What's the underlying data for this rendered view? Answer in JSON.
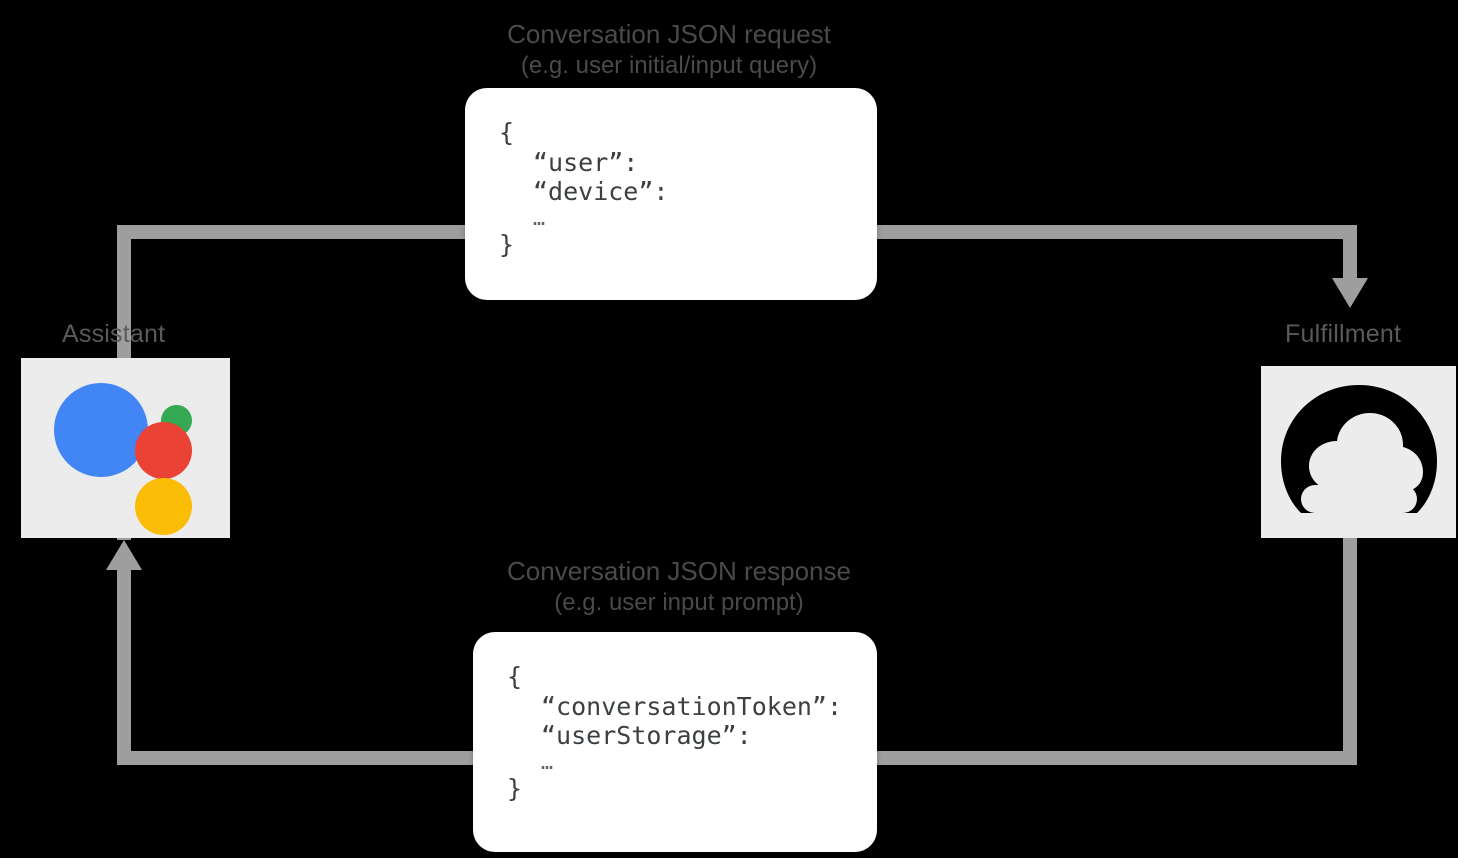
{
  "diagram": {
    "title": "Conversation JSON request/response flow",
    "background_color": "#000000",
    "request_flow": {
      "caption_line1": "Conversation JSON request",
      "caption_line2": "(e.g. user initial/input query)",
      "direction": "assistant-to-fulfillment",
      "json_card": {
        "name": "request-json-card",
        "lines": [
          "{",
          "“user”:",
          "“device”:",
          "…",
          "}"
        ],
        "open_brace": "{",
        "key1": "“user”:",
        "key2": "“device”:",
        "ellipsis": "…",
        "close_brace": "}"
      }
    },
    "response_flow": {
      "caption_line1": "Conversation JSON response",
      "caption_line2": "(e.g. user input prompt)",
      "direction": "fulfillment-to-assistant",
      "json_card": {
        "name": "response-json-card",
        "lines": [
          "{",
          "“conversationToken”:",
          "“userStorage”:",
          "…",
          "}"
        ],
        "open_brace": "{",
        "key1": "“conversationToken”:",
        "key2": "“userStorage”:",
        "ellipsis": "…",
        "close_brace": "}"
      }
    },
    "nodes": [
      {
        "id": "assistant",
        "label": "Assistant",
        "icon": "google-assistant-icon",
        "tile_color": "#ececec",
        "dot_colors": {
          "blue": "#4285F4",
          "red": "#EA4335",
          "yellow": "#FBBC05",
          "green": "#34A853"
        }
      },
      {
        "id": "fulfillment",
        "label": "Fulfillment",
        "icon": "cloud-icon",
        "tile_color": "#ececec",
        "icon_color": "#000000"
      }
    ],
    "connector_color": "#9e9e9e",
    "label_color": "#5a5a5a"
  }
}
